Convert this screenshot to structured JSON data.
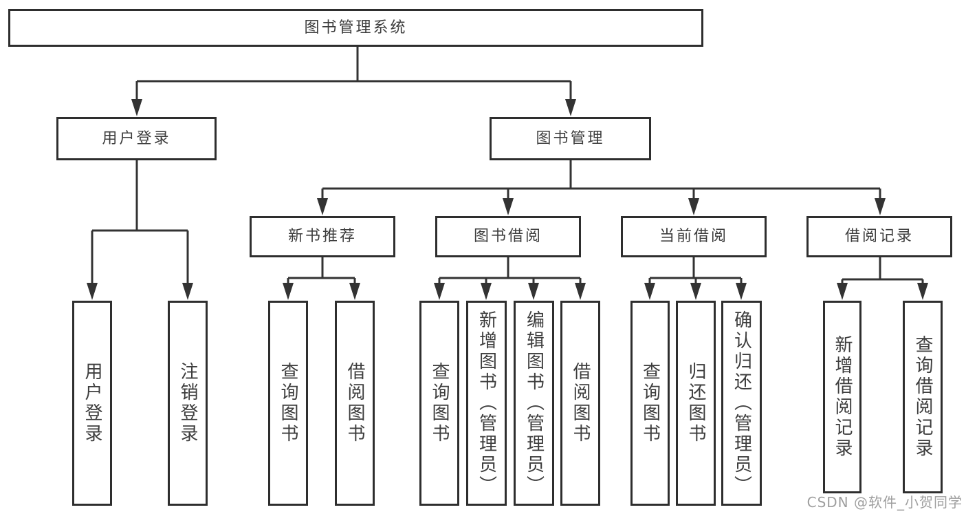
{
  "tree": {
    "label": "图书管理系统",
    "children": [
      {
        "label": "用户登录",
        "children": [
          {
            "label": "用户登录"
          },
          {
            "label": "注销登录"
          }
        ]
      },
      {
        "label": "图书管理",
        "children": [
          {
            "label": "新书推荐",
            "children": [
              {
                "label": "查询图书"
              },
              {
                "label": "借阅图书"
              }
            ]
          },
          {
            "label": "图书借阅",
            "children": [
              {
                "label": "查询图书"
              },
              {
                "label": "新增图书（管理员）"
              },
              {
                "label": "编辑图书（管理员）"
              },
              {
                "label": "借阅图书"
              }
            ]
          },
          {
            "label": "当前借阅",
            "children": [
              {
                "label": "查询图书"
              },
              {
                "label": "归还图书"
              },
              {
                "label": "确认归还（管理员）"
              }
            ]
          },
          {
            "label": "借阅记录",
            "children": [
              {
                "label": "新增借阅记录"
              },
              {
                "label": "查询借阅记录"
              }
            ]
          }
        ]
      }
    ]
  },
  "watermark": {
    "text": "CSDN @软件_小贺同学",
    "color": "#9e9e9e"
  },
  "colors": {
    "background": "#ffffff",
    "box_border": "#2e2e2e",
    "connector_line": "#333333",
    "text": "#3d3d3d"
  }
}
